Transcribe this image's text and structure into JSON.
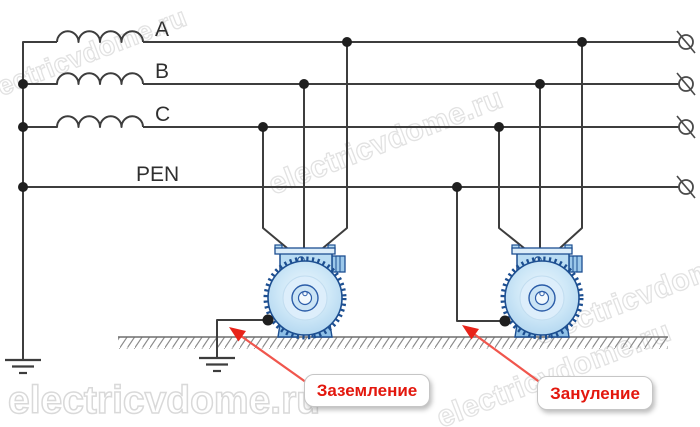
{
  "conductors": [
    {
      "label": "A"
    },
    {
      "label": "B"
    },
    {
      "label": "C"
    },
    {
      "label": "PEN"
    }
  ],
  "callouts": [
    {
      "text": "Заземление"
    },
    {
      "text": "Зануление"
    }
  ],
  "watermark": {
    "text": "electricvdome.ru"
  },
  "colors": {
    "wire": "#3d3d3d",
    "motor_outline": "#1d4f91",
    "motor_fill": "#cde7f7",
    "callout_text_red": "#e3170d",
    "arrow_red": "#e8231a",
    "watermark_gray": "#e2e2e2"
  }
}
